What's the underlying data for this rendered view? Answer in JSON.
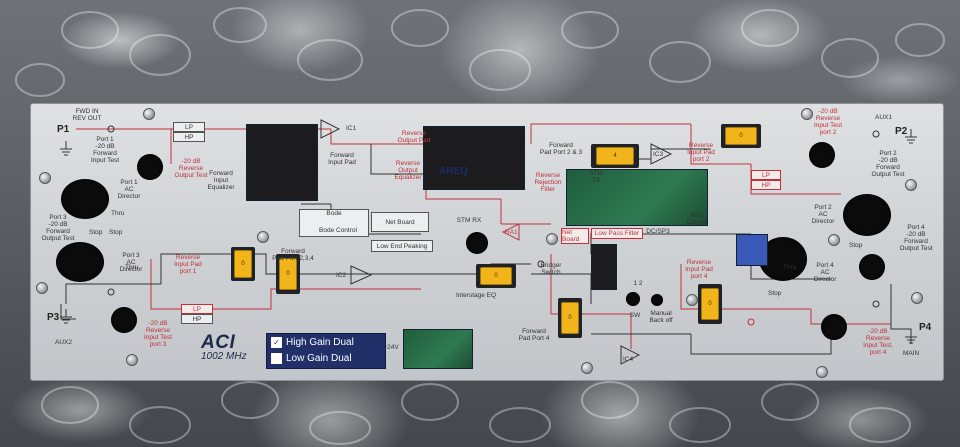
{
  "panel": {
    "brand": "ACI",
    "frequency": "1002 MHz",
    "gain_options": [
      {
        "label": "High Gain Dual",
        "checked": true
      },
      {
        "label": "Low Gain Dual",
        "checked": false
      }
    ],
    "ports": {
      "p1": "P1",
      "p2": "P2",
      "p3": "P3",
      "p4": "P4",
      "fwd_rev": "FWD IN\nREV OUT",
      "aux1": "AUX1",
      "aux2": "AUX2",
      "main": "MAIN"
    },
    "labels": {
      "port1_fwd_test": "Port 1\n-20 dB\nForward\nInput Test",
      "rev_out_test_left": "-20 dB\nReverse\nOutput Test",
      "forward_input_equalizer": "Forward\nInput\nEqualizer",
      "forward_input_pad": "Forward\nInput Pad",
      "ic1": "IC1",
      "reverse_output_pad": "Reverse\nOutput Pad",
      "reverse_output_equalizer": "Reverse\nOutput\nEqualizer",
      "areq": "AREQ",
      "forward_pad_port_23": "Forward\nPad Port 2 & 3",
      "ic3": "IC3",
      "reverse_input_pad_port2": "Reverse\nInput Pad\nport 2",
      "rev_input_test_port2": "-20 dB\nReverse\nInput Test\nport 2",
      "port2_fwd_test": "Port 2\n-20 dB\nForward\nOutput Test",
      "port3_fwd_test": "Port 3\n-20 dB\nForward\nOutput Test",
      "port1_ac_director": "Port 1\nAC\nDirector",
      "thru_left": "Thru",
      "stop_a": "Stop",
      "stop_b": "Stop",
      "bode": "Bode",
      "bode_control": "Bode Control",
      "net_board_top": "Net Board",
      "low_end_peaking": "Low End Peaking",
      "stm_rx": "STM RX",
      "ra1": "RA1",
      "reverse_rejection_filter": "Reverse\nRejection\nFilter",
      "stm_tx": "STM\nTX",
      "net_board": "Net\nBoard",
      "low_pass_filter": "Low Pass Filter",
      "dc_sp3": "DC/SP3",
      "agc_control": "AGC\nControl",
      "port2_ac_director": "Port 2\nAC\nDirector",
      "stop_right": "Stop",
      "port4_fwd_test": "Port 4\n-20 dB\nForward\nOutput Test",
      "port3_ac_director": "Port 3\nAC\nDirector",
      "thru_left2": "Thru",
      "reverse_input_pad_port1": "Reverse\nInput Pad\nport 1",
      "forward_pad_port_234": "Forward\nPad Port 2,3,4",
      "ic2": "IC2",
      "interstage_eq": "Interstage EQ",
      "bridger_switch": "Bridger\nSwitch",
      "sw": "SW",
      "manual_back_off": "Manual\nBack off",
      "reverse_input_pad_port4": "Reverse\nInput Pad\nport 4",
      "stop_right2": "Stop",
      "port4_ac_director": "Port 4\nAC\nDirector",
      "thru_right": "Thru",
      "rev_input_test_port3": "-20 dB\nReverse\nInput Test\nport 3",
      "forward_pad_port4": "Forward\nPad Port 4",
      "ic4": "IC4",
      "v24": "+24V",
      "rev_input_test_port4": "-20 dB\nReverse\nInput Test,\nport 4",
      "lp_a": "LP",
      "hp_a": "HP",
      "lp_b": "LP",
      "hp_b": "HP",
      "lp_c": "LP",
      "hp_c": "HP",
      "pad_0_a": "0",
      "pad_4": "4",
      "pad_0_b": "0",
      "pad_0_c": "0",
      "pad_0_d": "0",
      "pad_0_e": "0",
      "pad_0_f": "0",
      "one_two": "1  2"
    }
  },
  "colors": {
    "panel": "#cfd2d5",
    "trace_red": "#c0313a",
    "trace_black": "#333333",
    "pad_yellow": "#f1b51b",
    "gain_box": "#22306a",
    "pcb_green": "#2f7a52"
  }
}
